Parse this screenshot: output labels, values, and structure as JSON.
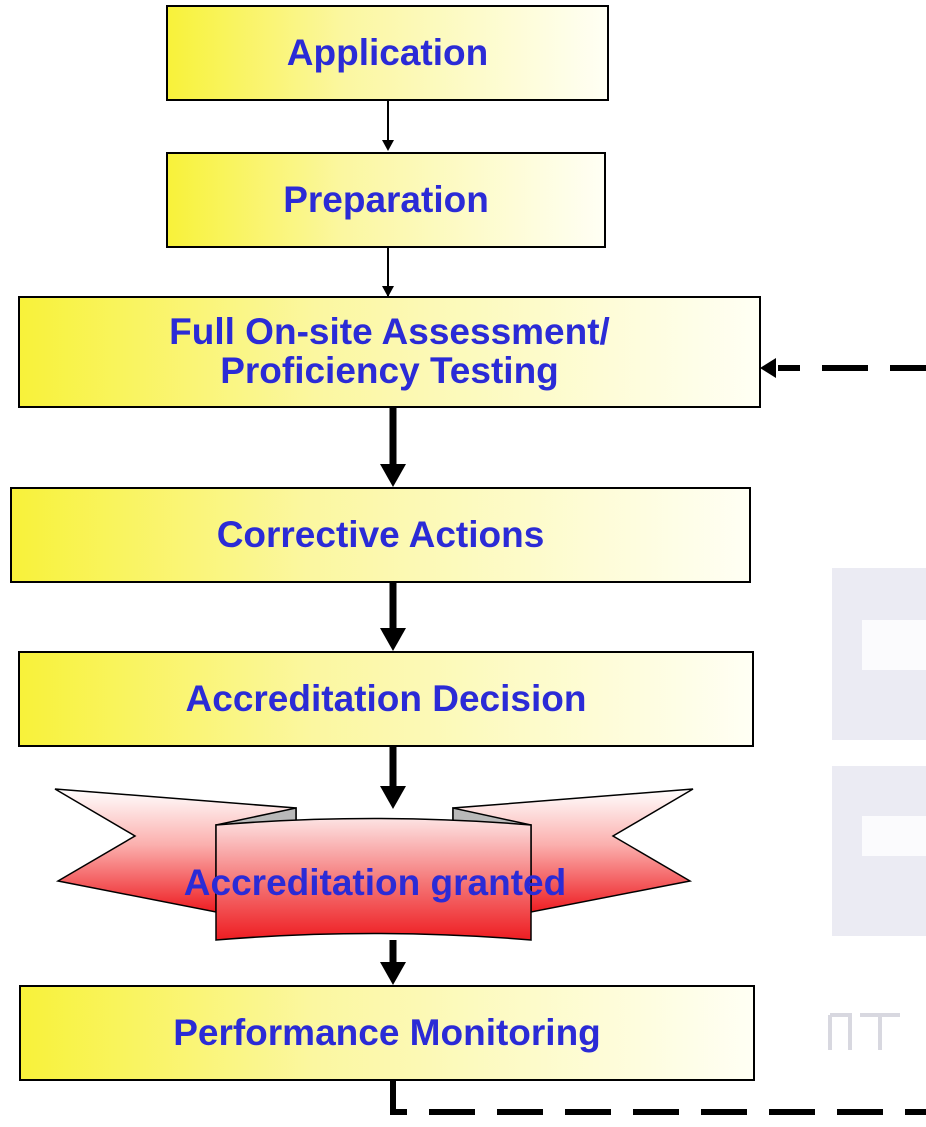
{
  "flow": {
    "steps": {
      "application": "Application",
      "preparation": "Preparation",
      "assessment_line1": "Full On-site Assessment/",
      "assessment_line2": "Proficiency Testing",
      "corrective": "Corrective Actions",
      "decision": "Accreditation Decision",
      "granted": "Accreditation granted",
      "monitoring": "Performance Monitoring"
    },
    "colors": {
      "box_fill_start": "#f8f23a",
      "box_fill_end": "#fffff4",
      "text": "#2b2bd6",
      "banner_red": "#f0262a",
      "banner_light": "#ffffff",
      "watermark": "#e6e6f0"
    }
  }
}
